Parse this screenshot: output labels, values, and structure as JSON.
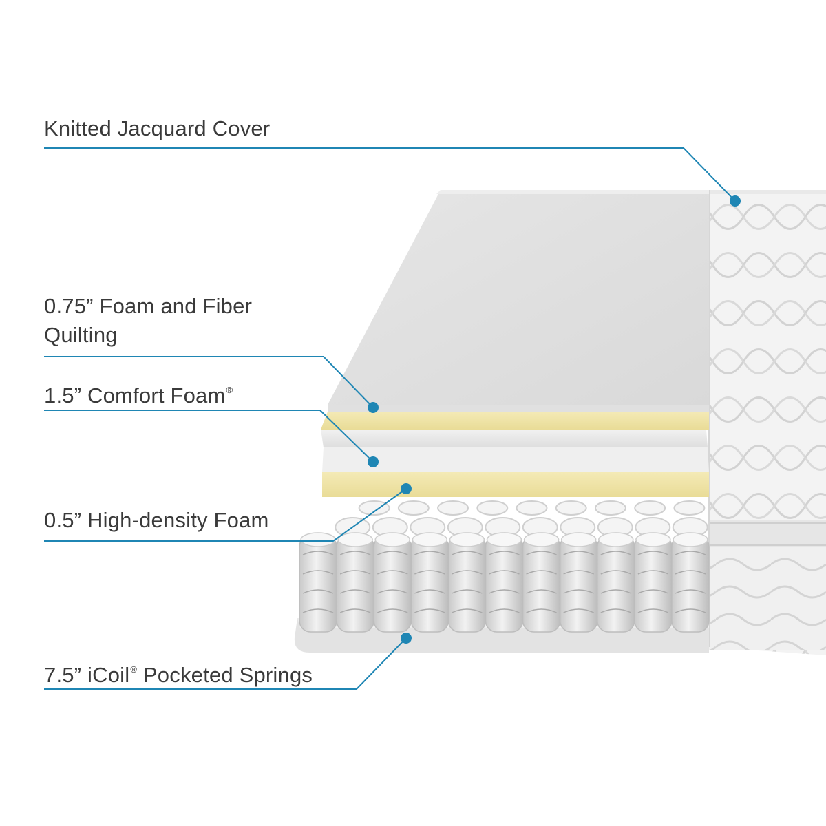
{
  "accent_color": "#1f86b4",
  "layers": [
    {
      "id": "cover",
      "text": "Knitted Jacquard Cover"
    },
    {
      "id": "quilt",
      "text": "0.75” Foam and Fiber",
      "text2": "Quilting"
    },
    {
      "id": "comfort",
      "text": "1.5” Comfort Foam",
      "sup": "®"
    },
    {
      "id": "hd",
      "text": "0.5” High-density Foam"
    },
    {
      "id": "springs",
      "text": "7.5” iCoil",
      "sup": "®",
      "text_after": " Pocketed Springs"
    }
  ]
}
